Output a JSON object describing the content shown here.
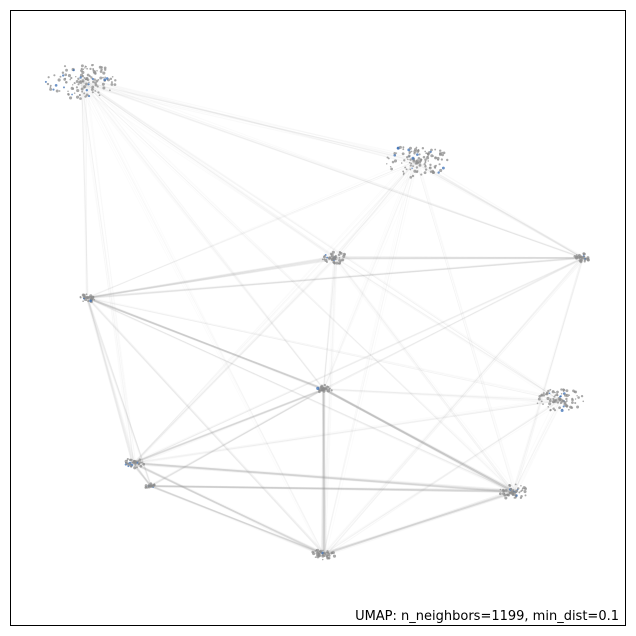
{
  "chart_data": {
    "type": "scatter",
    "title": "",
    "xlabel": "",
    "ylabel": "",
    "annotation": "UMAP: n_neighbors=1199, min_dist=0.1",
    "axes_ticks": false,
    "grid": false,
    "legend": "none",
    "edge_color": "#9a9a9a",
    "point_color": "#8c8c8c",
    "highlight_color": "#3b6fb6",
    "clusters": [
      {
        "id": "A",
        "x": 0.09,
        "y": 0.91,
        "size": 60
      },
      {
        "id": "B",
        "x": 0.67,
        "y": 0.77,
        "size": 55
      },
      {
        "id": "C",
        "x": 0.53,
        "y": 0.6,
        "size": 22
      },
      {
        "id": "D",
        "x": 0.96,
        "y": 0.6,
        "size": 15
      },
      {
        "id": "E",
        "x": 0.1,
        "y": 0.53,
        "size": 14
      },
      {
        "id": "F",
        "x": 0.51,
        "y": 0.37,
        "size": 14
      },
      {
        "id": "G",
        "x": 0.92,
        "y": 0.35,
        "size": 40
      },
      {
        "id": "H",
        "x": 0.18,
        "y": 0.24,
        "size": 18
      },
      {
        "id": "I",
        "x": 0.21,
        "y": 0.2,
        "size": 10
      },
      {
        "id": "J",
        "x": 0.84,
        "y": 0.19,
        "size": 25
      },
      {
        "id": "K",
        "x": 0.51,
        "y": 0.08,
        "size": 20
      }
    ],
    "edges": [
      [
        "A",
        "B",
        0.35
      ],
      [
        "A",
        "C",
        0.25
      ],
      [
        "A",
        "D",
        0.3
      ],
      [
        "A",
        "E",
        0.25
      ],
      [
        "A",
        "F",
        0.2
      ],
      [
        "A",
        "H",
        0.2
      ],
      [
        "A",
        "J",
        0.15
      ],
      [
        "A",
        "K",
        0.1
      ],
      [
        "B",
        "C",
        0.25
      ],
      [
        "B",
        "D",
        0.35
      ],
      [
        "B",
        "E",
        0.15
      ],
      [
        "B",
        "F",
        0.15
      ],
      [
        "B",
        "H",
        0.15
      ],
      [
        "B",
        "J",
        0.12
      ],
      [
        "B",
        "K",
        0.12
      ],
      [
        "C",
        "D",
        0.45
      ],
      [
        "C",
        "E",
        0.5
      ],
      [
        "C",
        "F",
        0.2
      ],
      [
        "C",
        "H",
        0.2
      ],
      [
        "C",
        "J",
        0.2
      ],
      [
        "C",
        "K",
        0.15
      ],
      [
        "D",
        "E",
        0.35
      ],
      [
        "D",
        "H",
        0.2
      ],
      [
        "D",
        "K",
        0.25
      ],
      [
        "D",
        "J",
        0.2
      ],
      [
        "D",
        "F",
        0.2
      ],
      [
        "E",
        "F",
        0.6
      ],
      [
        "E",
        "H",
        0.35
      ],
      [
        "E",
        "I",
        0.3
      ],
      [
        "E",
        "K",
        0.3
      ],
      [
        "E",
        "J",
        0.25
      ],
      [
        "E",
        "G",
        0.15
      ],
      [
        "F",
        "H",
        0.45
      ],
      [
        "F",
        "I",
        0.35
      ],
      [
        "F",
        "J",
        0.75
      ],
      [
        "F",
        "K",
        0.7
      ],
      [
        "F",
        "G",
        0.25
      ],
      [
        "G",
        "H",
        0.2
      ],
      [
        "G",
        "K",
        0.2
      ],
      [
        "G",
        "J",
        0.2
      ],
      [
        "G",
        "C",
        0.15
      ],
      [
        "G",
        "A",
        0.1
      ],
      [
        "H",
        "I",
        0.5
      ],
      [
        "H",
        "J",
        0.6
      ],
      [
        "H",
        "K",
        0.55
      ],
      [
        "I",
        "J",
        0.6
      ],
      [
        "I",
        "K",
        0.45
      ],
      [
        "J",
        "K",
        0.6
      ]
    ]
  }
}
